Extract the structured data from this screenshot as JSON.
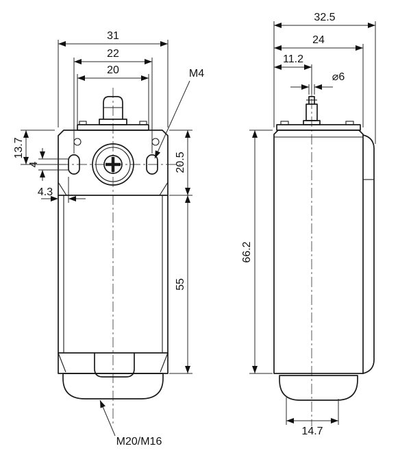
{
  "colors": {
    "line": "#1b1b1b",
    "background": "#ffffff"
  },
  "views": {
    "front": {
      "dims": {
        "width_overall": "31",
        "hole_spacing": "22",
        "plate_width": "20",
        "thread_label": "M4",
        "head_height": "20.5",
        "hole_offset": "13.7",
        "slot_width": "4",
        "slot_edge_offset": "4.3",
        "body_height": "55",
        "gland_label": "M20/M16"
      }
    },
    "side": {
      "dims": {
        "width_overall": "32.5",
        "body_width": "24",
        "plunger_offset": "11.2",
        "plunger_diameter": "⌀6",
        "body_height": "66.2",
        "base_width": "14.7"
      }
    }
  }
}
